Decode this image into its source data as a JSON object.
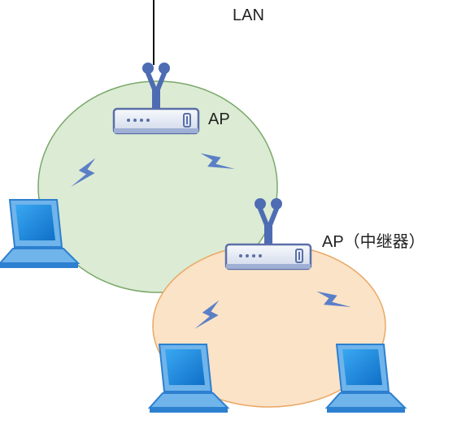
{
  "labels": {
    "lan": "LAN",
    "ap_main": "AP",
    "ap_repeater": "AP（中继器）"
  },
  "nodes": {
    "cable": {
      "type": "wired-network-cable"
    },
    "ap_main": {
      "type": "access-point",
      "icon": "router-icon"
    },
    "ap_repeater": {
      "type": "access-point-repeater",
      "icon": "router-icon"
    },
    "laptop_left": {
      "type": "client",
      "icon": "laptop-icon"
    },
    "laptop_bottom_left": {
      "type": "client",
      "icon": "laptop-icon"
    },
    "laptop_bottom_right": {
      "type": "client",
      "icon": "laptop-icon"
    }
  },
  "edges": [
    {
      "from": "cable",
      "to": "ap_main",
      "kind": "wired"
    },
    {
      "from": "ap_main",
      "to": "laptop_left",
      "kind": "wireless"
    },
    {
      "from": "ap_main",
      "to": "ap_repeater",
      "kind": "wireless"
    },
    {
      "from": "ap_repeater",
      "to": "laptop_bottom_left",
      "kind": "wireless"
    },
    {
      "from": "ap_repeater",
      "to": "laptop_bottom_right",
      "kind": "wireless"
    }
  ],
  "colors": {
    "coverage_main_fill": "#dcebd3",
    "coverage_main_stroke": "#7aa86a",
    "coverage_repeater_fill": "#fbe3c8",
    "coverage_repeater_stroke": "#e9a865",
    "router_body": "#e9edf6",
    "router_stroke": "#5a6fa8",
    "antenna": "#4d6cb3",
    "laptop_screen": "#1e90e6",
    "laptop_frame": "#6fb4ea",
    "bolt": "#5b7fc7"
  }
}
